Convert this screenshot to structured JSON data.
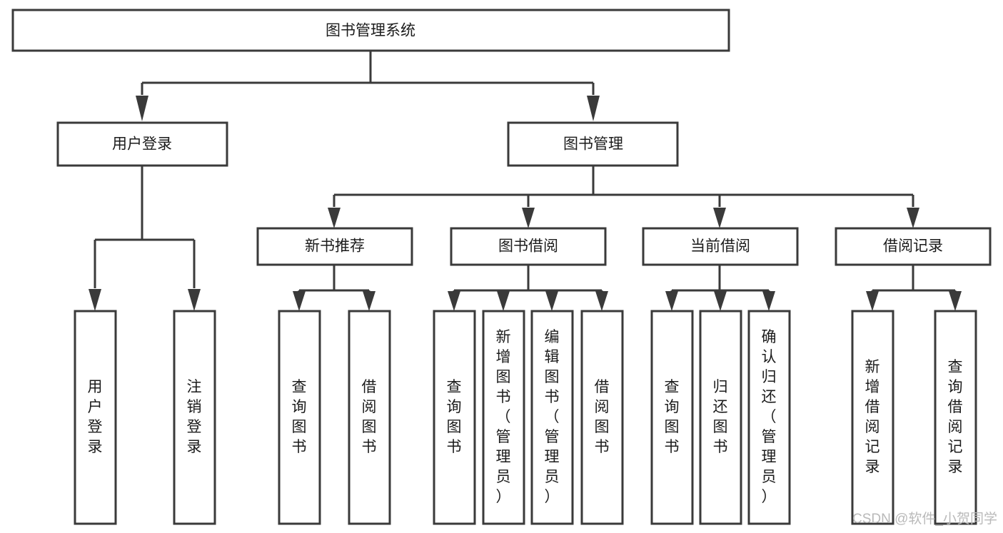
{
  "diagram": {
    "type": "tree",
    "title": "图书管理系统",
    "orientation": "top-down",
    "background_color": "#ffffff",
    "line_color": "#3a3a3a",
    "text_color": "#1b1b1b",
    "box_fill": "#ffffff",
    "levels": 3,
    "root": {
      "id": "root",
      "label": "图书管理系统",
      "text_orientation": "horizontal"
    },
    "level2": [
      {
        "id": "user-login",
        "label": "用户登录",
        "text_orientation": "horizontal"
      },
      {
        "id": "book-manage",
        "label": "图书管理",
        "text_orientation": "horizontal"
      }
    ],
    "level3": [
      {
        "id": "new-book-recommend",
        "label": "新书推荐",
        "parent": "book-manage",
        "text_orientation": "horizontal"
      },
      {
        "id": "book-borrow",
        "label": "图书借阅",
        "parent": "book-manage",
        "text_orientation": "horizontal"
      },
      {
        "id": "current-borrow",
        "label": "当前借阅",
        "parent": "book-manage",
        "text_orientation": "horizontal"
      },
      {
        "id": "borrow-record",
        "label": "借阅记录",
        "parent": "book-manage",
        "text_orientation": "horizontal"
      }
    ],
    "leaves": [
      {
        "id": "leaf-user-login",
        "label": "用户登录",
        "parent": "user-login",
        "text_orientation": "vertical"
      },
      {
        "id": "leaf-user-logout",
        "label": "注销登录",
        "parent": "user-login",
        "text_orientation": "vertical"
      },
      {
        "id": "leaf-query-book-1",
        "label": "查询图书",
        "parent": "new-book-recommend",
        "text_orientation": "vertical"
      },
      {
        "id": "leaf-borrow-book-1",
        "label": "借阅图书",
        "parent": "new-book-recommend",
        "text_orientation": "vertical"
      },
      {
        "id": "leaf-query-book-2",
        "label": "查询图书",
        "parent": "book-borrow",
        "text_orientation": "vertical"
      },
      {
        "id": "leaf-add-book",
        "label": "新增图书（管理员）",
        "parent": "book-borrow",
        "text_orientation": "vertical"
      },
      {
        "id": "leaf-edit-book",
        "label": "编辑图书（管理员）",
        "parent": "book-borrow",
        "text_orientation": "vertical"
      },
      {
        "id": "leaf-borrow-book-2",
        "label": "借阅图书",
        "parent": "book-borrow",
        "text_orientation": "vertical"
      },
      {
        "id": "leaf-query-book-3",
        "label": "查询图书",
        "parent": "current-borrow",
        "text_orientation": "vertical"
      },
      {
        "id": "leaf-return-book",
        "label": "归还图书",
        "parent": "current-borrow",
        "text_orientation": "vertical"
      },
      {
        "id": "leaf-confirm-return",
        "label": "确认归还（管理员）",
        "parent": "current-borrow",
        "text_orientation": "vertical"
      },
      {
        "id": "leaf-add-record",
        "label": "新增借阅记录",
        "parent": "borrow-record",
        "text_orientation": "vertical"
      },
      {
        "id": "leaf-query-record",
        "label": "查询借阅记录",
        "parent": "borrow-record",
        "text_orientation": "vertical"
      }
    ]
  },
  "watermark": {
    "text": "CSDN @软件_小贺同学",
    "color": "#b9b9b9"
  }
}
